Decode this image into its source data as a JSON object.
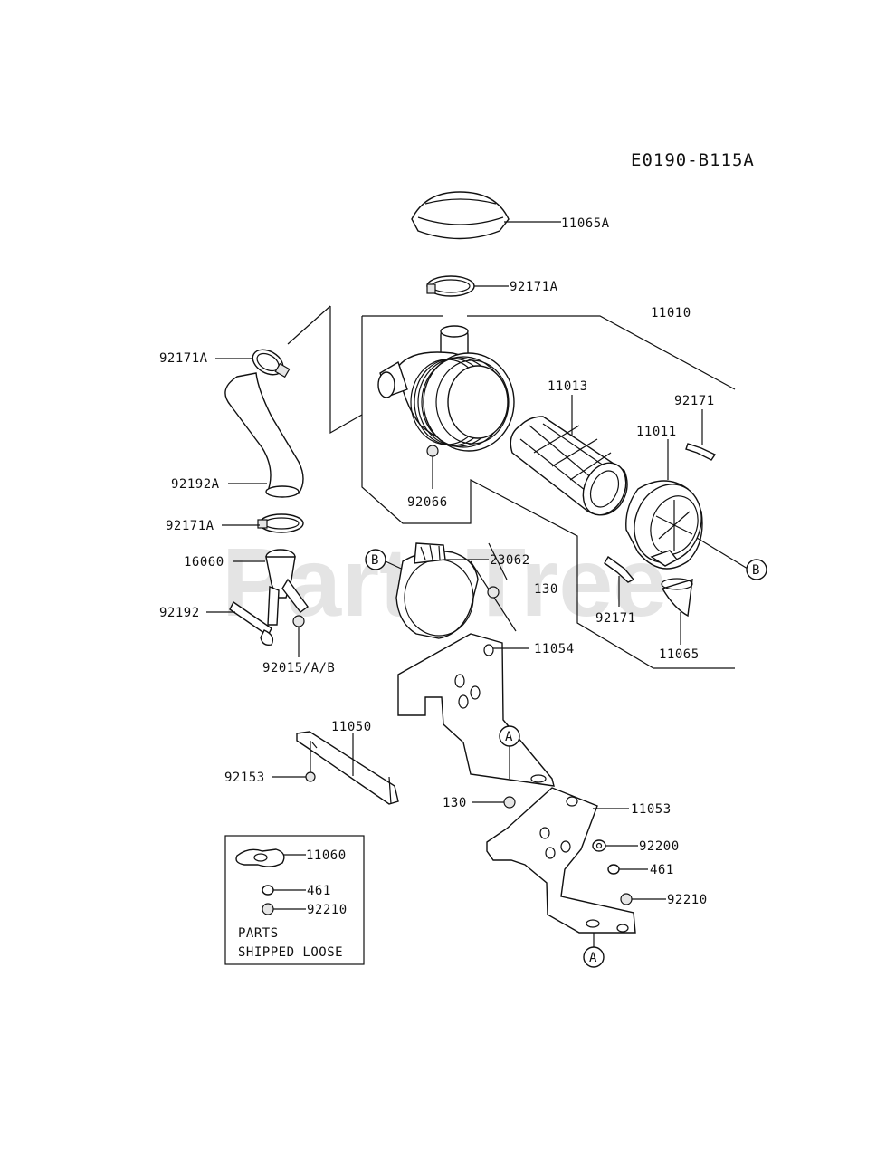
{
  "diagram_code": "E0190-B115A",
  "watermark": "PartsTree",
  "callouts": {
    "p11065A": "11065A",
    "p92171A_top": "92171A",
    "p11010": "11010",
    "p92171A_left": "92171A",
    "p11013": "11013",
    "p92171_top": "92171",
    "p11011": "11011",
    "p92192A": "92192A",
    "p92066": "92066",
    "p92171A_mid": "92171A",
    "p16060": "16060",
    "p23062": "23062",
    "p130_top": "130",
    "p92192": "92192",
    "p92171_bot": "92171",
    "p11065": "11065",
    "p11054": "11054",
    "p92015": "92015/A/B",
    "p11050": "11050",
    "p92153": "92153",
    "p130_bot": "130",
    "p11053": "11053",
    "p92200": "92200",
    "p461_main": "461",
    "p92210_main": "92210",
    "p11060": "11060",
    "p461_box": "461",
    "p92210_box": "92210"
  },
  "refs": {
    "b_left": "B",
    "b_right": "B",
    "a_upper": "A",
    "a_lower": "A"
  },
  "loose_box": {
    "line1": "PARTS",
    "line2": "SHIPPED LOOSE"
  }
}
